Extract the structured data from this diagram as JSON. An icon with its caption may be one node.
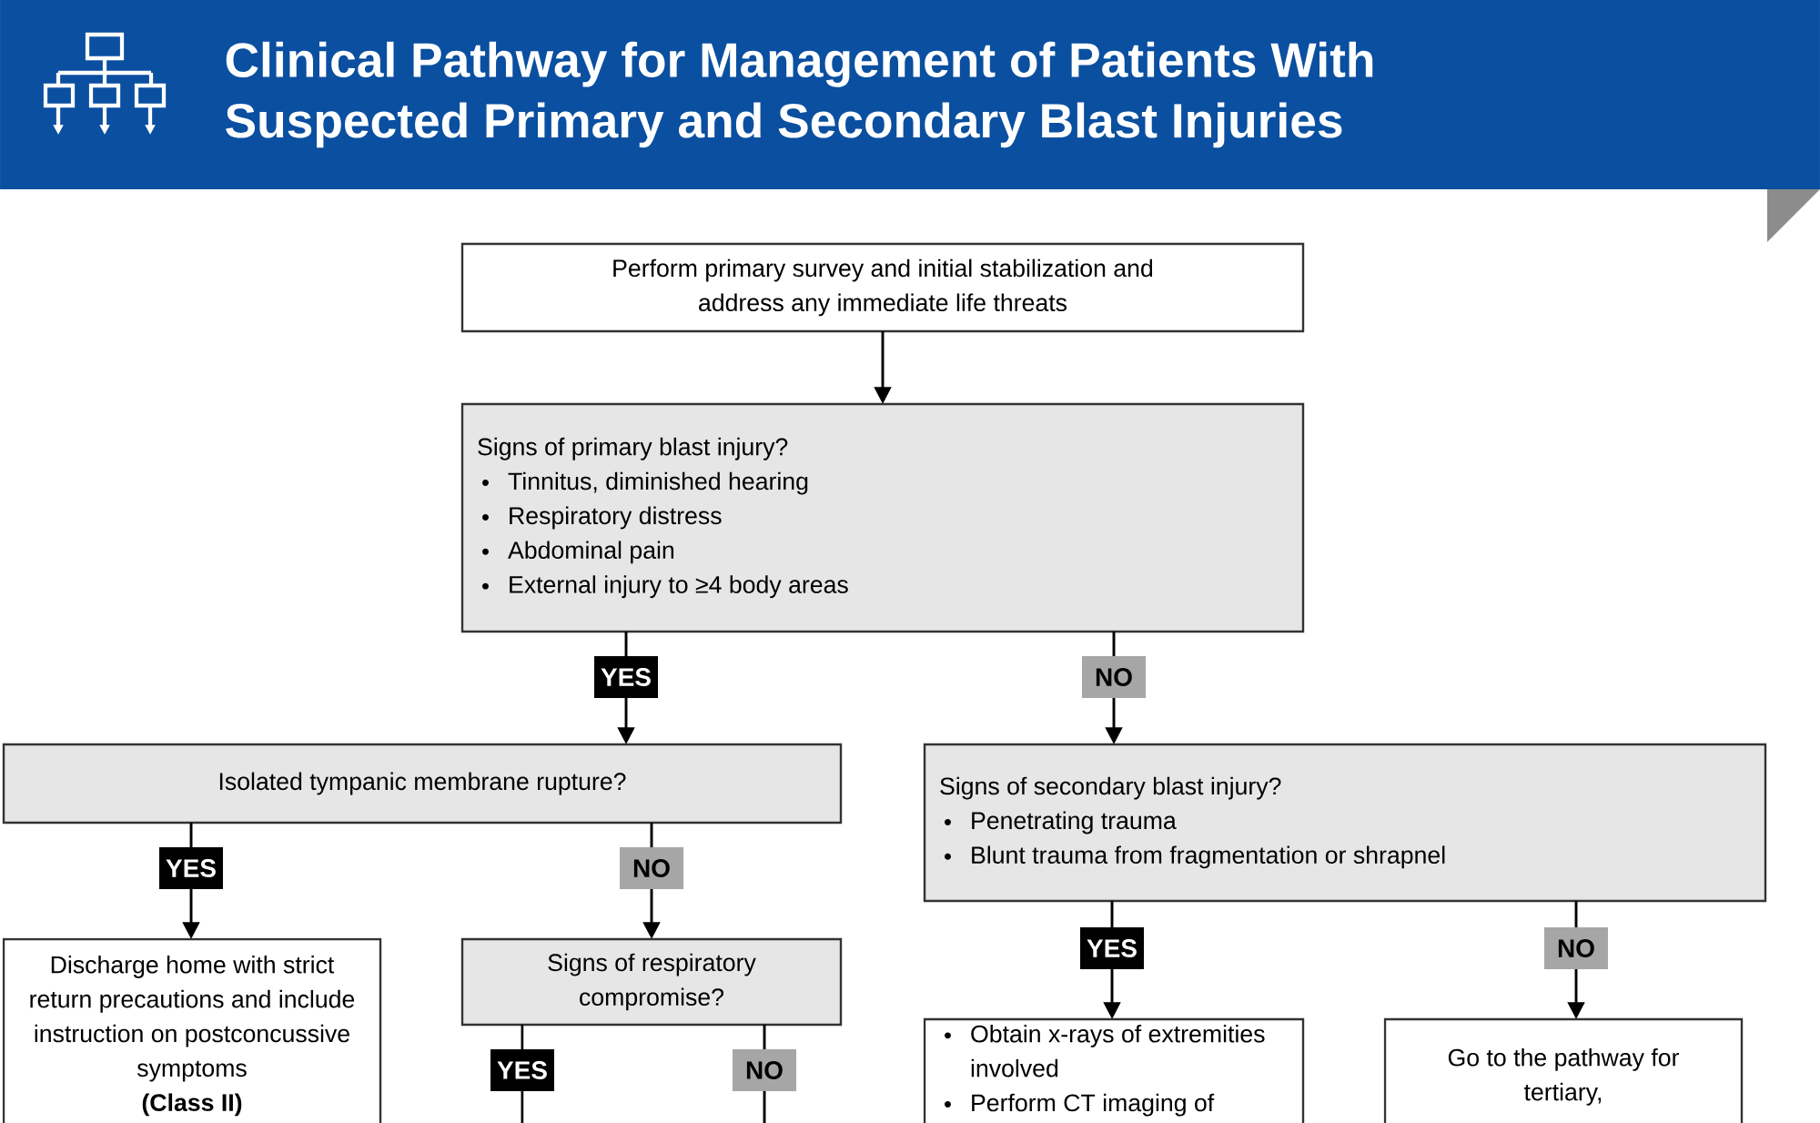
{
  "diagram": {
    "title": "Clinical Pathway for Management of Patients With Suspected Primary and Secondary Blast Injuries",
    "nodes": [
      {
        "text": [
          "Perform primary survey and initial stabilization and address any immediate life threats"
        ]
      },
      {
        "text": [
          "Signs of primary blast injury?",
          "Tinnitus, diminished hearing",
          "Respiratory distress",
          "Abdominal pain",
          "External injury to ≥4 body areas"
        ]
      },
      {
        "text": [
          "Isolated tympanic membrane rupture?"
        ]
      },
      {
        "text": [
          "Signs of secondary blast injury?",
          "Penetrating trauma",
          "Blunt trauma from fragmentation or shrapnel"
        ]
      },
      {
        "text": [
          "Discharge home with strict return precautions and include instruction on postconcussive symptoms",
          "(Class II)"
        ]
      },
      {
        "text": [
          "Signs of respiratory compromise?"
        ]
      },
      {
        "text": [
          "Obtain x-rays of extremities involved",
          "Perform CT imaging of"
        ]
      },
      {
        "text": [
          "Go to the pathway for tertiary,"
        ]
      }
    ],
    "edges": [
      {
        "from": 0,
        "to": 1,
        "arrow": "to"
      },
      {
        "from": 1,
        "to": 2,
        "arrow": "to",
        "label": "YES"
      },
      {
        "from": 1,
        "to": 3,
        "arrow": "to",
        "label": "NO"
      },
      {
        "from": 2,
        "to": 4,
        "arrow": "to",
        "label": "YES"
      },
      {
        "from": 2,
        "to": 5,
        "arrow": "to",
        "label": "NO"
      },
      {
        "from": 3,
        "to": 6,
        "arrow": "to",
        "label": "YES"
      },
      {
        "from": 3,
        "to": 7,
        "arrow": "to",
        "label": "NO"
      },
      {
        "from": 5,
        "to": null,
        "arrow": "none",
        "label": "YES"
      },
      {
        "from": 5,
        "to": null,
        "arrow": "none",
        "label": "NO"
      }
    ]
  }
}
